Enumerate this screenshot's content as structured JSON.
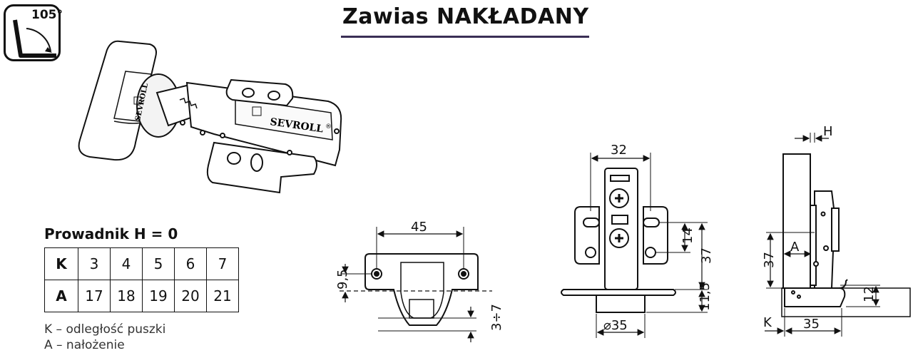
{
  "title": "Zawias NAKŁADANY",
  "badge": {
    "angle_label": "105°"
  },
  "product": {
    "brand": "SEVROLL",
    "registered": "®"
  },
  "guide": {
    "title": "Prowadnik H = 0",
    "row_k_label": "K",
    "row_a_label": "A",
    "k_values": [
      "3",
      "4",
      "5",
      "6",
      "7"
    ],
    "a_values": [
      "17",
      "18",
      "19",
      "20",
      "21"
    ]
  },
  "legend": {
    "k": "K – odległość puszki",
    "a": "A – nałożenie"
  },
  "dimensions": {
    "plate_width": "45",
    "plate_hole_offset": "9,5",
    "plate_range": "3÷7",
    "hinge_width": "32",
    "hinge_hole_spacing": "14",
    "hinge_height": "37",
    "hinge_cup_depth": "11,5",
    "cup_diameter": "⌀35",
    "side_h": "H",
    "side_a": "A",
    "side_37": "37",
    "side_12": "12",
    "side_k": "K",
    "side_35": "35"
  },
  "colors": {
    "underline": "#3a2f55",
    "line": "#111111"
  }
}
